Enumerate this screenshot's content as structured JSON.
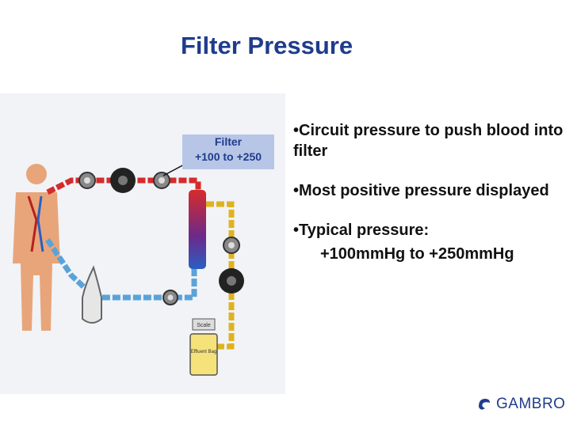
{
  "slide": {
    "title": "Filter Pressure",
    "callout": {
      "line1": "Filter",
      "line2": "+100 to +250"
    },
    "bullets": [
      "•Circuit pressure to push blood into filter",
      "•Most positive pressure displayed",
      "•Typical pressure:"
    ],
    "sub_bullet": "+100mmHg to +250mmHg",
    "diagram_labels": {
      "scale": "Scale",
      "effluent_bag": "Effluent Bag"
    },
    "logo": "GAMBRO"
  },
  "colors": {
    "title": "#1f3c8c",
    "callout_bg": "#b7c6e6",
    "arterial_line": "#d62b2b",
    "venous_line": "#5aa3d8",
    "effluent_line": "#e0b21f"
  }
}
